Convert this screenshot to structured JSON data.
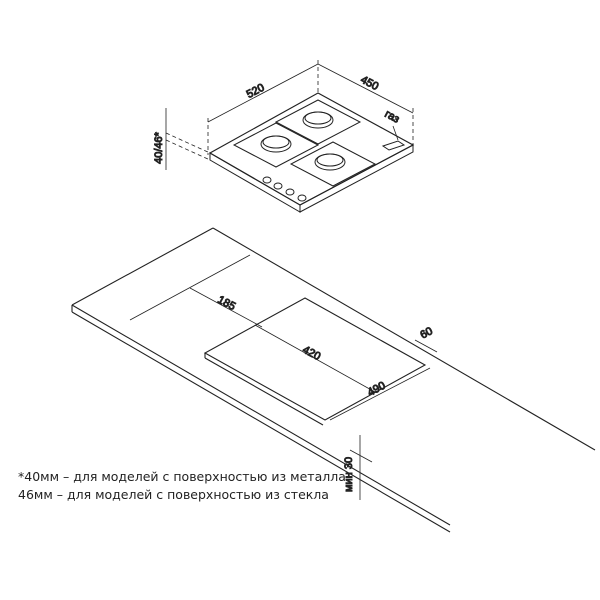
{
  "dimensions": {
    "hob_width": "520",
    "hob_depth": "450",
    "hob_height": "40/46*",
    "gas_label": "газ",
    "cutout_offset_front": "185",
    "cutout_width": "420",
    "cutout_depth": "490",
    "cutout_offset_back": "60",
    "min_clearance": "мин 30"
  },
  "notes": [
    "*40мм – для моделей  с поверхностью  из металла",
    "46мм – для моделей  с поверхностью  из стекла"
  ]
}
